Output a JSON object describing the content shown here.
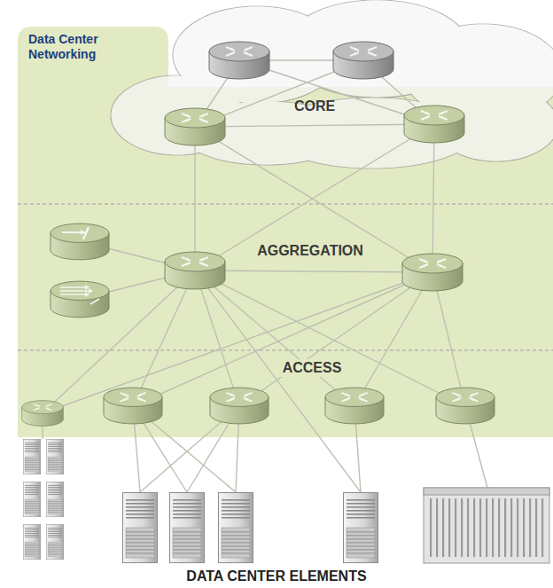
{
  "diagram": {
    "nodes": [
      {
        "text": [
          "Data Center Networking"
        ]
      },
      {
        "text": [
          "CORE"
        ],
        "in": 0
      },
      {
        "text": [
          "AGGREGATION"
        ],
        "in": 0
      },
      {
        "text": [
          "ACCESS"
        ],
        "in": 0
      }
    ],
    "labels": [
      "DATA CENTER ELEMENTS"
    ]
  }
}
